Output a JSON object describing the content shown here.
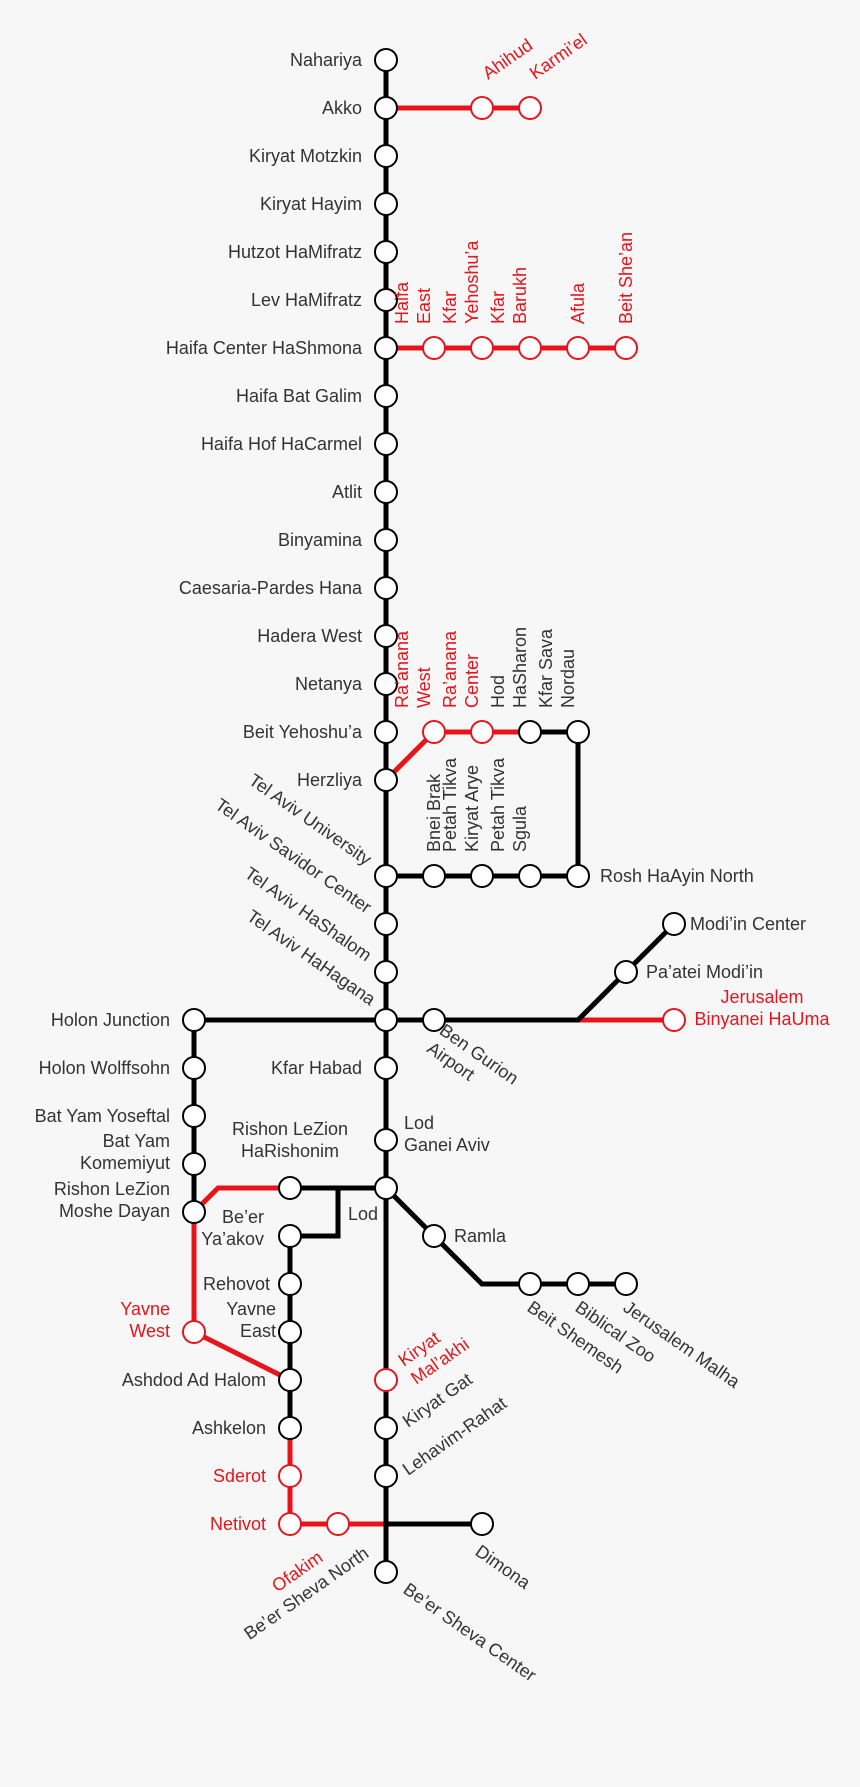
{
  "colors": {
    "existing": "#000000",
    "planned": "#e8141b",
    "text": "#333333",
    "background": "#f7f7f7"
  },
  "stations": [
    {
      "id": "nahariya",
      "lines": [
        "Nahariya"
      ],
      "status": "existing"
    },
    {
      "id": "akko",
      "lines": [
        "Akko"
      ],
      "status": "existing"
    },
    {
      "id": "ahihud",
      "lines": [
        "Ahihud"
      ],
      "status": "planned"
    },
    {
      "id": "karmiel",
      "lines": [
        "Karmi’el"
      ],
      "status": "planned"
    },
    {
      "id": "kiryat-motzkin",
      "lines": [
        "Kiryat Motzkin"
      ],
      "status": "existing"
    },
    {
      "id": "kiryat-hayim",
      "lines": [
        "Kiryat Hayim"
      ],
      "status": "existing"
    },
    {
      "id": "hutzot-hamifratz",
      "lines": [
        "Hutzot HaMifratz"
      ],
      "status": "existing"
    },
    {
      "id": "lev-hamifratz",
      "lines": [
        "Lev HaMifratz"
      ],
      "status": "existing"
    },
    {
      "id": "haifa-center",
      "lines": [
        "Haifa Center HaShmona"
      ],
      "status": "existing"
    },
    {
      "id": "haifa-east",
      "lines": [
        "Haifa",
        "East"
      ],
      "status": "planned"
    },
    {
      "id": "kfar-yehoshua",
      "lines": [
        "Kfar",
        "Yehoshu’a"
      ],
      "status": "planned"
    },
    {
      "id": "kfar-barukh",
      "lines": [
        "Kfar",
        "Barukh"
      ],
      "status": "planned"
    },
    {
      "id": "afula",
      "lines": [
        "Afula"
      ],
      "status": "planned"
    },
    {
      "id": "beit-shean",
      "lines": [
        "Beit She’an"
      ],
      "status": "planned"
    },
    {
      "id": "haifa-bat-galim",
      "lines": [
        "Haifa Bat Galim"
      ],
      "status": "existing"
    },
    {
      "id": "haifa-hof-hacarmel",
      "lines": [
        "Haifa Hof HaCarmel"
      ],
      "status": "existing"
    },
    {
      "id": "atlit",
      "lines": [
        "Atlit"
      ],
      "status": "existing"
    },
    {
      "id": "binyamina",
      "lines": [
        "Binyamina"
      ],
      "status": "existing"
    },
    {
      "id": "caesaria",
      "lines": [
        "Caesaria-Pardes Hana"
      ],
      "status": "existing"
    },
    {
      "id": "hadera-west",
      "lines": [
        "Hadera West"
      ],
      "status": "existing"
    },
    {
      "id": "netanya",
      "lines": [
        "Netanya"
      ],
      "status": "existing"
    },
    {
      "id": "beit-yehoshua",
      "lines": [
        "Beit Yehoshu’a"
      ],
      "status": "existing"
    },
    {
      "id": "raanana-west",
      "lines": [
        "Ra’anana",
        "West"
      ],
      "status": "planned"
    },
    {
      "id": "raanana-center",
      "lines": [
        "Ra’anana",
        "Center"
      ],
      "status": "planned"
    },
    {
      "id": "hod-hasharon",
      "lines": [
        "Hod",
        "HaSharon"
      ],
      "status": "existing"
    },
    {
      "id": "kfar-sava",
      "lines": [
        "Kfar Sava",
        "Nordau"
      ],
      "status": "existing"
    },
    {
      "id": "herzliya",
      "lines": [
        "Herzliya"
      ],
      "status": "existing"
    },
    {
      "id": "bnei-brak",
      "lines": [
        "Bnei Brak"
      ],
      "status": "existing"
    },
    {
      "id": "pt-kiryat-arye",
      "lines": [
        "Petah Tikva",
        "Kiryat Arye"
      ],
      "status": "existing"
    },
    {
      "id": "pt-sgula",
      "lines": [
        "Petah Tikva",
        "Sgula"
      ],
      "status": "existing"
    },
    {
      "id": "tel-aviv-university",
      "lines": [
        "Tel Aviv University"
      ],
      "status": "existing"
    },
    {
      "id": "rosh-haayin",
      "lines": [
        "Rosh HaAyin North"
      ],
      "status": "existing"
    },
    {
      "id": "tel-aviv-savidor",
      "lines": [
        "Tel Aviv Savidor Center"
      ],
      "status": "existing"
    },
    {
      "id": "modiin-center",
      "lines": [
        "Modi’in Center"
      ],
      "status": "existing"
    },
    {
      "id": "tel-aviv-hashalom",
      "lines": [
        "Tel Aviv HaShalom"
      ],
      "status": "existing"
    },
    {
      "id": "paatei-modiin",
      "lines": [
        "Pa’atei Modi’in"
      ],
      "status": "existing"
    },
    {
      "id": "tel-aviv-hahagana",
      "lines": [
        "Tel Aviv HaHagana"
      ],
      "status": "existing"
    },
    {
      "id": "holon-junction",
      "lines": [
        "Holon Junction"
      ],
      "status": "existing"
    },
    {
      "id": "ben-gurion",
      "lines": [
        "Ben Gurion",
        "Airport"
      ],
      "status": "existing"
    },
    {
      "id": "jerusalem-binyanei",
      "lines": [
        "Jerusalem",
        "Binyanei HaUma"
      ],
      "status": "planned"
    },
    {
      "id": "holon-wolfson",
      "lines": [
        "Holon Wolffsohn"
      ],
      "status": "existing"
    },
    {
      "id": "kfar-habad",
      "lines": [
        "Kfar Habad"
      ],
      "status": "existing"
    },
    {
      "id": "bat-yam-yoseftal",
      "lines": [
        "Bat Yam Yoseftal"
      ],
      "status": "existing"
    },
    {
      "id": "lod-ganei-aviv",
      "lines": [
        "Lod",
        "Ganei Aviv"
      ],
      "status": "existing"
    },
    {
      "id": "bat-yam-komemiyut",
      "lines": [
        "Bat Yam",
        "Komemiyut"
      ],
      "status": "existing"
    },
    {
      "id": "rishon-harishonim",
      "lines": [
        "Rishon LeZion",
        "HaRishonim"
      ],
      "status": "existing"
    },
    {
      "id": "lod",
      "lines": [
        "Lod"
      ],
      "status": "existing"
    },
    {
      "id": "rishon-moshe-dayan",
      "lines": [
        "Rishon LeZion",
        "Moshe Dayan"
      ],
      "status": "existing"
    },
    {
      "id": "ramla",
      "lines": [
        "Ramla"
      ],
      "status": "existing"
    },
    {
      "id": "beer-yaakov",
      "lines": [
        "Be’er",
        "Ya’akov"
      ],
      "status": "existing"
    },
    {
      "id": "rehovot",
      "lines": [
        "Rehovot"
      ],
      "status": "existing"
    },
    {
      "id": "beit-shemesh",
      "lines": [
        "Beit Shemesh"
      ],
      "status": "existing"
    },
    {
      "id": "biblical-zoo",
      "lines": [
        "Biblical Zoo"
      ],
      "status": "existing"
    },
    {
      "id": "jerusalem-malha",
      "lines": [
        "Jerusalem Malha"
      ],
      "status": "existing"
    },
    {
      "id": "yavne-west",
      "lines": [
        "Yavne",
        "West"
      ],
      "status": "planned"
    },
    {
      "id": "yavne-east",
      "lines": [
        "Yavne",
        "East"
      ],
      "status": "existing"
    },
    {
      "id": "ashdod",
      "lines": [
        "Ashdod Ad Halom"
      ],
      "status": "existing"
    },
    {
      "id": "kiryat-malakhi",
      "lines": [
        "Kiryat",
        "Mal’akhi"
      ],
      "status": "planned"
    },
    {
      "id": "ashkelon",
      "lines": [
        "Ashkelon"
      ],
      "status": "existing"
    },
    {
      "id": "kiryat-gat",
      "lines": [
        "Kiryat Gat"
      ],
      "status": "existing"
    },
    {
      "id": "sderot",
      "lines": [
        "Sderot"
      ],
      "status": "planned"
    },
    {
      "id": "lehavim",
      "lines": [
        "Lehavim-Rahat"
      ],
      "status": "existing"
    },
    {
      "id": "netivot",
      "lines": [
        "Netivot"
      ],
      "status": "planned"
    },
    {
      "id": "ofakim",
      "lines": [
        "Ofakim"
      ],
      "status": "planned"
    },
    {
      "id": "beer-sheva-north",
      "lines": [
        "Be’er Sheva North"
      ],
      "status": "existing"
    },
    {
      "id": "dimona",
      "lines": [
        "Dimona"
      ],
      "status": "existing"
    },
    {
      "id": "beer-sheva-center",
      "lines": [
        "Be’er Sheva Center"
      ],
      "status": "existing"
    }
  ]
}
